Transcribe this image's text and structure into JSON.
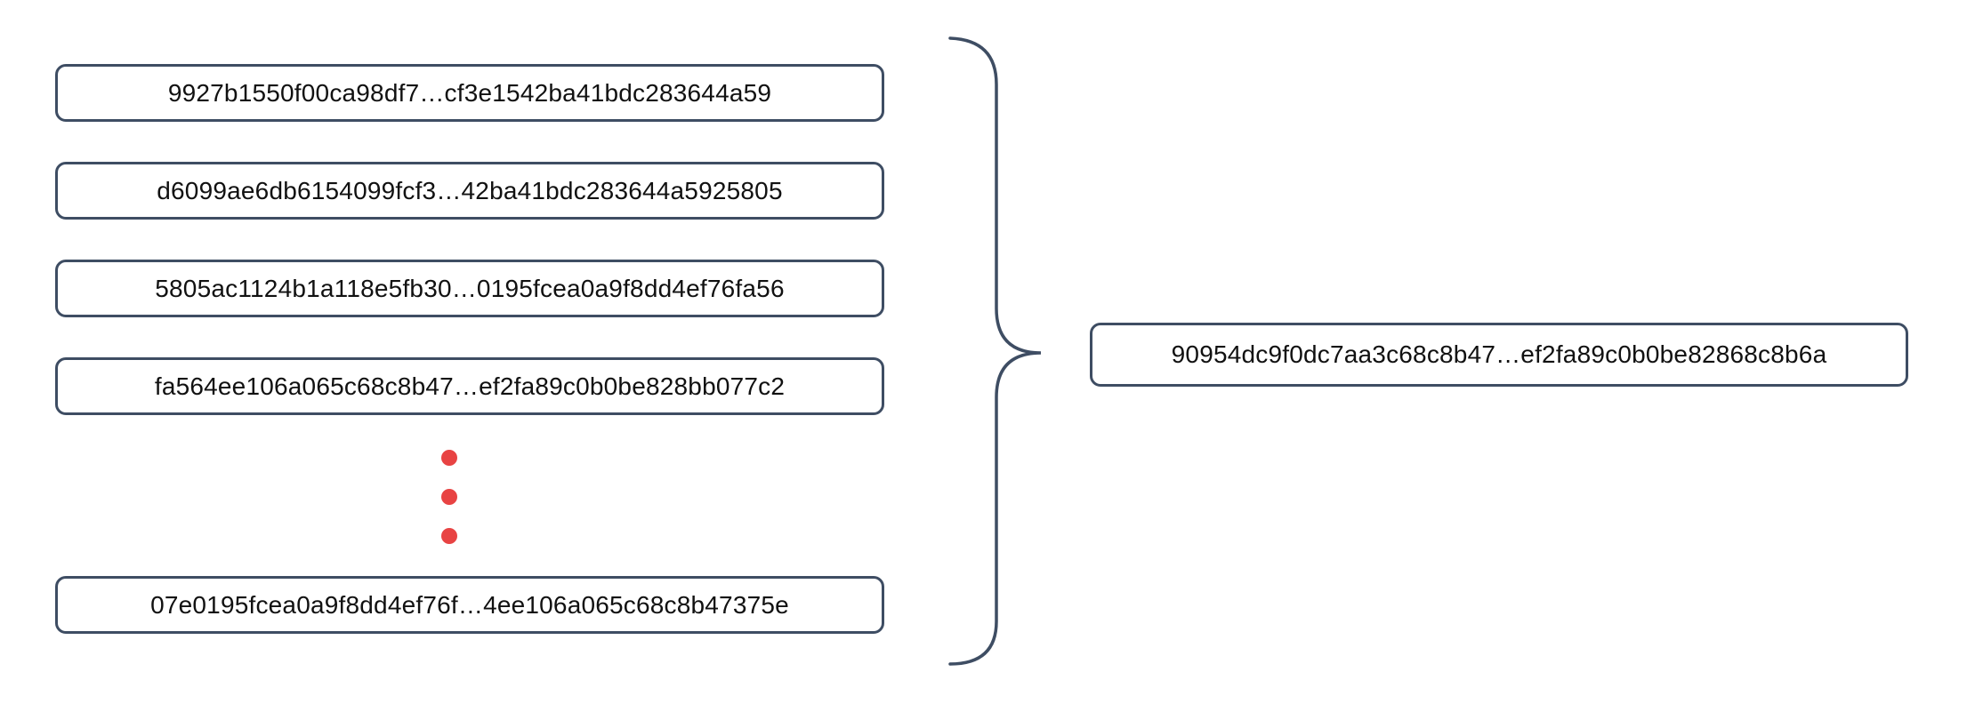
{
  "diagram": {
    "inputs": [
      "9927b1550f00ca98df7…cf3e1542ba41bdc283644a59",
      "d6099ae6db6154099fcf3…42ba41bdc283644a5925805",
      "5805ac1124b1a118e5fb30…0195fcea0a9f8dd4ef76fa56",
      "fa564ee106a065c68c8b47…ef2fa89c0b0be828bb077c2",
      "07e0195fcea0a9f8dd4ef76f…4ee106a065c68c8b47375e"
    ],
    "output": "90954dc9f0dc7aa3c68c8b47…ef2fa89c0b0be82868c8b6a",
    "ellipsis_dot_count": 3,
    "colors": {
      "border": "#3e4d63",
      "ellipsis_dot": "#e84343",
      "background": "#ffffff",
      "text": "#111111"
    }
  }
}
